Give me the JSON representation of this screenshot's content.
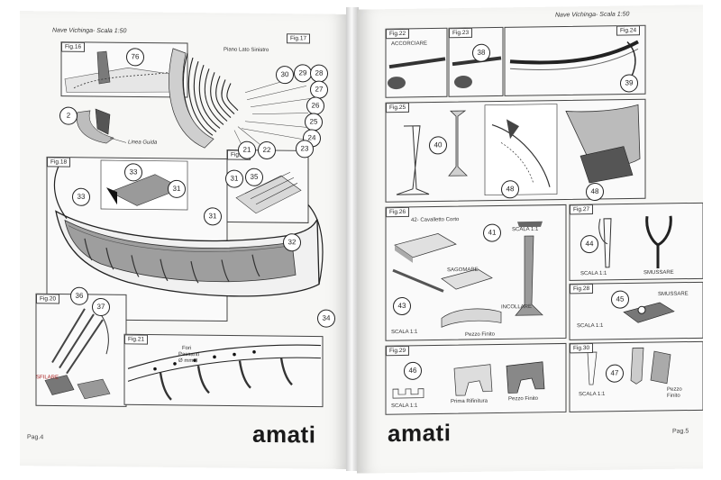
{
  "left_page": {
    "header": "Nave Vichinga- Scala 1:50",
    "brand": "amati",
    "page_number": "Pag.4",
    "figures": [
      {
        "label": "Fig.16"
      },
      {
        "label": "Fig.17"
      },
      {
        "label": "Fig.18"
      },
      {
        "label": "Fig.19"
      },
      {
        "label": "Fig.20"
      },
      {
        "label": "Fig.21"
      }
    ],
    "texts": {
      "piano_lato": "Piano Lato Sinistro",
      "linea_guida": "Linea Guida",
      "fori_1": "Fori",
      "fori_2": "Passanti",
      "fori_3": "Ø mm.3",
      "sfilare": "SFILARE"
    },
    "part_numbers": {
      "p76": "76",
      "p2": "2",
      "p30": "30",
      "p29": "29",
      "p28": "28",
      "p27": "27",
      "p26": "26",
      "p25": "25",
      "p24": "24",
      "p21": "21",
      "p22": "22",
      "p23": "23",
      "p33a": "33",
      "p33b": "33",
      "p31a": "31",
      "p31b": "31",
      "p31c": "31",
      "p35": "35",
      "p32": "32",
      "p34": "34",
      "p36": "36",
      "p37": "37"
    }
  },
  "right_page": {
    "header": "Nave Vichinga- Scala 1:50",
    "brand": "amati",
    "page_number": "Pag.5",
    "figures": [
      {
        "label": "Fig.22"
      },
      {
        "label": "Fig.23"
      },
      {
        "label": "Fig.24"
      },
      {
        "label": "Fig.25"
      },
      {
        "label": "Fig.26"
      },
      {
        "label": "Fig.27"
      },
      {
        "label": "Fig.28"
      },
      {
        "label": "Fig.29"
      },
      {
        "label": "Fig.30"
      }
    ],
    "texts": {
      "accorciare": "ACCORCIARE",
      "cavalletto": "42- Cavalletto Corto",
      "scala_a": "SCALA 1:1",
      "scala_b": "SCALA 1:1",
      "scala_c": "SCALA 1:1",
      "scala_d": "SCALA 1:1",
      "scala_e": "SCALA 1:1",
      "scala_f": "SCALA 1:1",
      "sagomare": "SAGOMARE",
      "incollare": "INCOLLARE",
      "pezzo_finito_a": "Pezzo Finito",
      "pezzo_finito_b": "Pezzo Finito",
      "pezzo_finito_c_1": "Pezzo",
      "pezzo_finito_c_2": "Finito",
      "smussare_a": "SMUSSARE",
      "smussare_b": "SMUSSARE",
      "prima_rifinitura": "Prima Rifinitura"
    },
    "part_numbers": {
      "p38": "38",
      "p39": "39",
      "p40": "40",
      "p48a": "48",
      "p48b": "48",
      "p41": "41",
      "p43": "43",
      "p44": "44",
      "p45": "45",
      "p46": "46",
      "p47": "47"
    }
  }
}
